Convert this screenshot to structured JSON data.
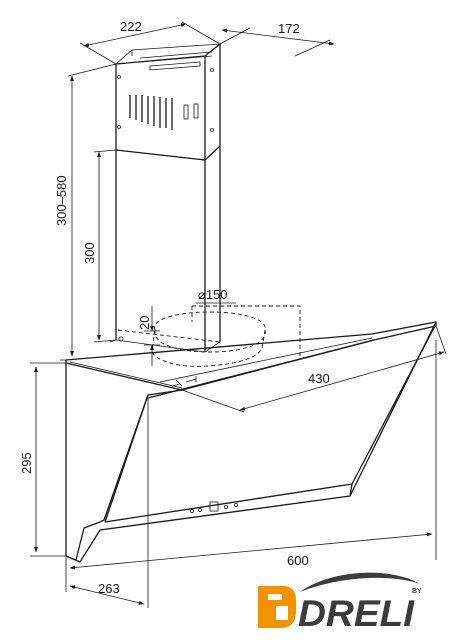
{
  "dimensions": {
    "chimney_width": "222",
    "chimney_depth": "172",
    "chimney_height_range": "300–580",
    "chimney_lower_height": "300",
    "duct_diameter": "⌀150",
    "duct_offset": "20",
    "hood_depth": "430",
    "hood_height": "295",
    "hood_width": "600",
    "base_depth": "263"
  },
  "logo": {
    "brand": "DRELI",
    "by": "BY",
    "colors": {
      "orange": "#f39200",
      "dark": "#3c3c3c"
    }
  }
}
